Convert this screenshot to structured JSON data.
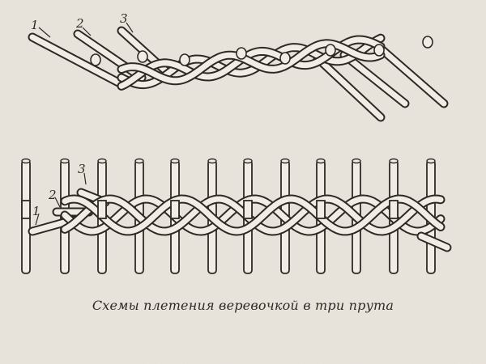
{
  "caption": "Схемы плетения веревочкой в три прута",
  "strand_labels": [
    "1",
    "2",
    "3"
  ],
  "colors": {
    "paper": "#e9e4dc",
    "ink": "#2d2a26",
    "rod_fill": "#f1ede6"
  }
}
